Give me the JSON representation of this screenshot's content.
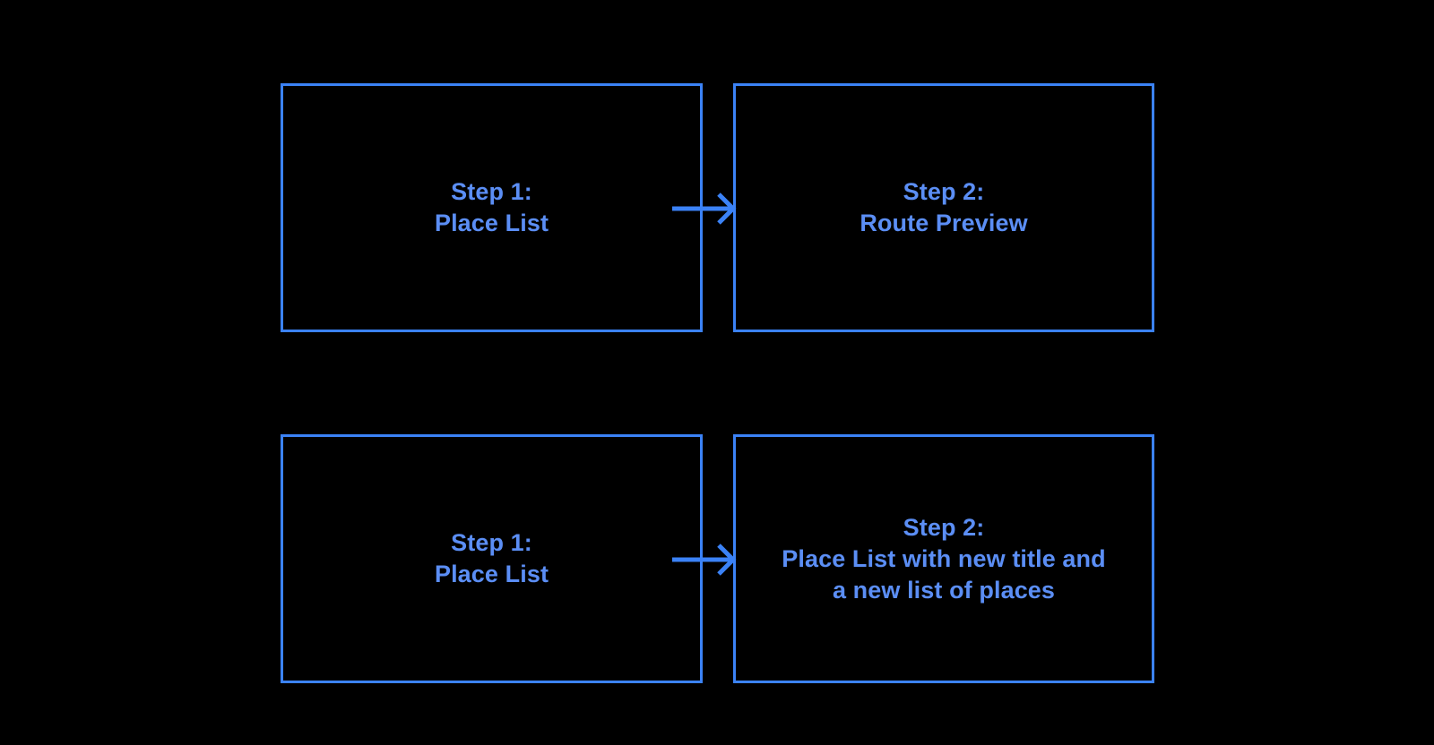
{
  "diagram": {
    "background_color": "#000000",
    "accent_color": "#3b82f6",
    "text_color": "#5b8ef5",
    "rows": [
      {
        "id": "route-preview-flow",
        "boxes": [
          {
            "id": "step-1-place-list",
            "label": "Step 1:\nPlace List"
          },
          {
            "id": "step-2-route-preview",
            "label": "Step 2:\nRoute Preview"
          }
        ],
        "connector": {
          "type": "arrow-right",
          "icon": "arrow-right-icon"
        }
      },
      {
        "id": "new-place-list-flow",
        "boxes": [
          {
            "id": "step-1-place-list",
            "label": "Step 1:\nPlace List"
          },
          {
            "id": "step-2-new-place-list",
            "label": "Step 2:\nPlace List with new title and\na new list of places"
          }
        ],
        "connector": {
          "type": "arrow-right",
          "icon": "arrow-right-icon"
        }
      }
    ]
  }
}
